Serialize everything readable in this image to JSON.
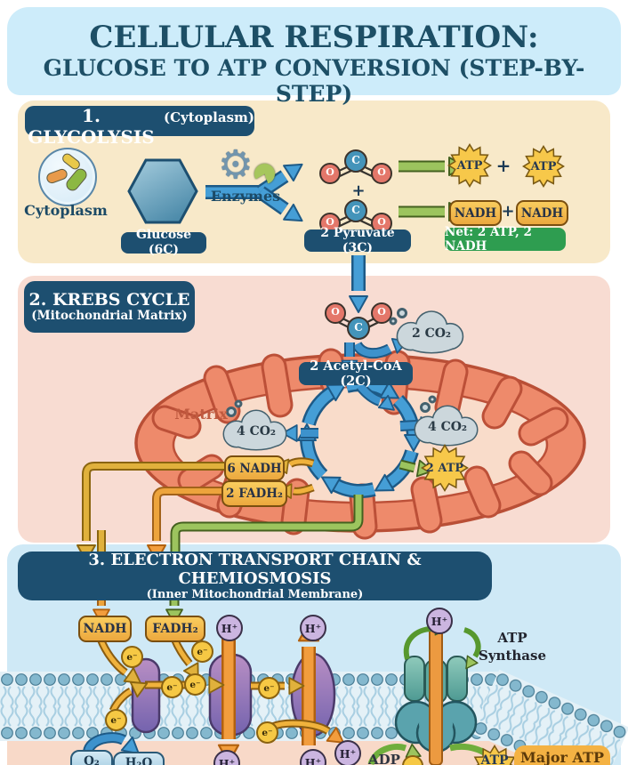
{
  "header": {
    "line1": "CELLULAR RESPIRATION:",
    "line2": "GLUCOSE TO ATP CONVERSION (STEP-BY-STEP)"
  },
  "glycolysis": {
    "heading": "1. GLYCOLYSIS",
    "location": "(Cytoplasm)",
    "cytoplasm": "Cytoplasm",
    "glucose": "Glucose (6C)",
    "enzymes": "Enzymes",
    "pyruvate": "2 Pyruvate (3C)",
    "plus": "+",
    "atp": "ATP",
    "nadh": "NADH",
    "net": "Net: 2 ATP, 2 NADH"
  },
  "krebs": {
    "heading": "2. KREBS CYCLE",
    "location": "(Mitochondrial Matrix)",
    "matrix": "Matrix",
    "co2_top": "2 CO₂",
    "acetyl_coa": "2 Acetyl-CoA (2C)",
    "co2_left": "4 CO₂",
    "co2_right": "4 CO₂",
    "nadh": "6 NADH",
    "fadh2": "2 FADH₂",
    "atp": "2 ATP"
  },
  "etc": {
    "heading": "3. ELECTRON TRANSPORT CHAIN & CHEMIOSMOSIS",
    "location": "(Inner Mitochondrial Membrane)",
    "nadh": "NADH",
    "fadh2": "FADH₂",
    "atp_synthase_line1": "ATP",
    "atp_synthase_line2": "Synthase",
    "o2": "O₂",
    "h2o": "H₂O",
    "adp": "ADP",
    "atp": "ATP",
    "major_atp": "Major ATP"
  },
  "ions": {
    "proton": "H⁺",
    "electron": "e⁻"
  },
  "atoms": {
    "carbon": "C",
    "oxygen": "O"
  },
  "colors": {
    "navy": "#1d4f70",
    "header_band": "#cdecfa",
    "glycolysis_bg": "#f8e9c9",
    "krebs_bg": "#f8dcd2",
    "etc_bg": "#cfe9f6",
    "blue_arrow": "#459ed6",
    "green_arrow": "#9cc45e",
    "gold": "#f6c844",
    "orange": "#eda43c",
    "net_green": "#2e9d50",
    "mitochondrion": "#ee8a6b",
    "matrix_text": "#c05a3f",
    "proton": "#cbb5e0",
    "membrane_head": "#84b8ce",
    "complex_purple": "#9a79b8",
    "synthase_teal": "#5aa3ad"
  }
}
